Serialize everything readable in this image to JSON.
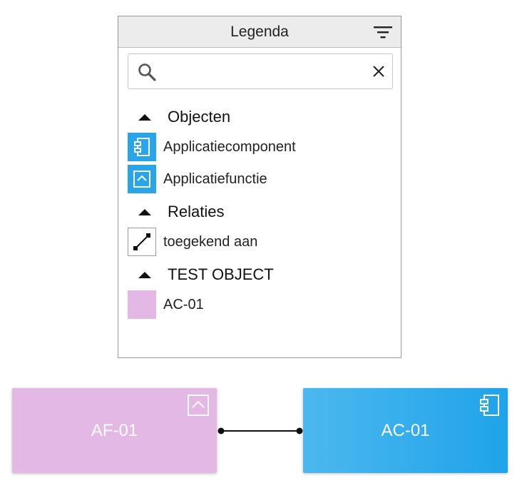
{
  "legend": {
    "title": "Legenda",
    "search": {
      "value": "",
      "placeholder": ""
    },
    "sections": [
      {
        "title": "Objecten",
        "items": [
          {
            "label": "Applicatiecomponent",
            "icon": "application-component-icon"
          },
          {
            "label": "Applicatiefunctie",
            "icon": "application-function-icon"
          }
        ]
      },
      {
        "title": "Relaties",
        "items": [
          {
            "label": "toegekend aan",
            "icon": "assignment-relation-icon"
          }
        ]
      },
      {
        "title": "TEST OBJECT",
        "items": [
          {
            "label": "AC-01",
            "color": "#e4b8e4"
          }
        ]
      }
    ]
  },
  "diagram": {
    "nodes": [
      {
        "label": "AF-01",
        "color": "#e4b8e4",
        "icon": "application-function-icon"
      },
      {
        "label": "AC-01",
        "color": "#29a6ea",
        "icon": "application-component-icon"
      }
    ],
    "edges": [
      {
        "from": "AF-01",
        "to": "AC-01",
        "type": "toegekend aan"
      }
    ]
  },
  "colors": {
    "accent": "#29a6ea",
    "pink": "#e4b8e4"
  }
}
